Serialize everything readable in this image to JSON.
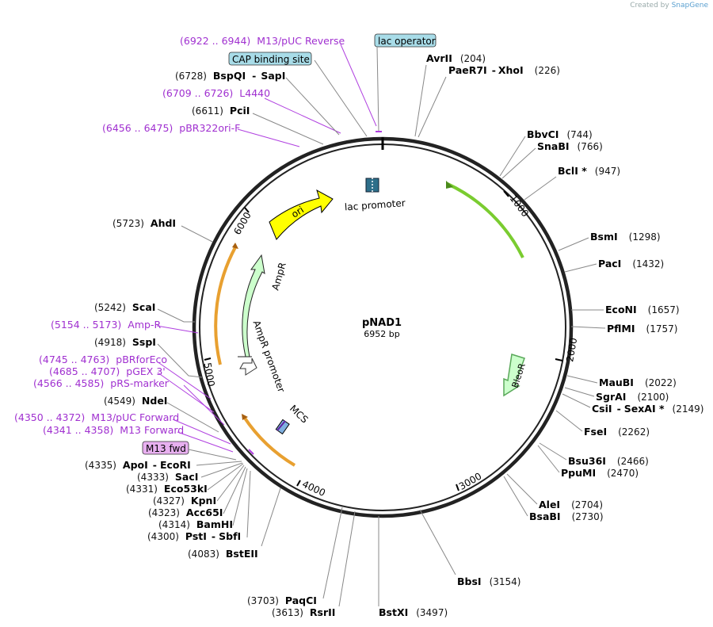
{
  "credit": {
    "prefix": "Created by",
    "brand": "SnapGene"
  },
  "plasmid": {
    "name": "pNAD1",
    "size_label": "6952 bp",
    "length": 6952
  },
  "ticks": [
    {
      "label": "1000",
      "pos": 1000
    },
    {
      "label": "2000",
      "pos": 2000
    },
    {
      "label": "3000",
      "pos": 3000
    },
    {
      "label": "4000",
      "pos": 4000
    },
    {
      "label": "5000",
      "pos": 5000
    },
    {
      "label": "6000",
      "pos": 6000
    }
  ],
  "features": [
    {
      "name": "ori",
      "kind": "arrow",
      "color": "#ffff00",
      "label": "ori"
    },
    {
      "name": "AmpR",
      "kind": "arrow",
      "color": "#ccffcc",
      "label": "AmpR"
    },
    {
      "name": "AmpR promoter",
      "kind": "arrow-outline",
      "color": "#ffffff",
      "label": "AmpR promoter"
    },
    {
      "name": "BleoR",
      "kind": "arrow",
      "color": "#ccffcc",
      "label": "BleoR"
    },
    {
      "name": "lac promoter",
      "kind": "box",
      "color": "#2e6f8a",
      "label": "lac promoter"
    },
    {
      "name": "MCS",
      "kind": "box",
      "color": "#7fb0e0",
      "label": "MCS"
    },
    {
      "name": "ORF upper right",
      "kind": "orf",
      "color": "#7acc30",
      "label": ""
    },
    {
      "name": "ORF left",
      "kind": "orf",
      "color": "#e8a030",
      "label": ""
    },
    {
      "name": "ORF bottom left",
      "kind": "orf",
      "color": "#e8a030",
      "label": ""
    }
  ],
  "boxed_features": [
    {
      "label": "lac operator",
      "bg": "#a8dce8"
    },
    {
      "label": "CAP binding site",
      "bg": "#a8dce8"
    },
    {
      "label": "M13 fwd",
      "bg": "#e8b0f0"
    }
  ],
  "primers": [
    {
      "range": "(6922 .. 6944)",
      "name": "M13/pUC Reverse"
    },
    {
      "range": "(6709 .. 6726)",
      "name": "L4440"
    },
    {
      "range": "(6456 .. 6475)",
      "name": "pBR322ori-F"
    },
    {
      "range": "(5154 .. 5173)",
      "name": "Amp-R"
    },
    {
      "range": "(4745 .. 4763)",
      "name": "pBRforEco"
    },
    {
      "range": "(4685 .. 4707)",
      "name": "pGEX 3'"
    },
    {
      "range": "(4566 .. 4585)",
      "name": "pRS-marker"
    },
    {
      "range": "(4350 .. 4372)",
      "name": "M13/pUC Forward"
    },
    {
      "range": "(4341 .. 4358)",
      "name": "M13 Forward"
    }
  ],
  "sites_right": [
    {
      "label": "AvrII",
      "pos": "(204)"
    },
    {
      "label": "PaeR7I",
      "label2": "XhoI",
      "pos": "(226)"
    },
    {
      "label": "BbvCI",
      "pos": "(744)"
    },
    {
      "label": "SnaBI",
      "pos": "(766)"
    },
    {
      "label": "BclI *",
      "pos": "(947)"
    },
    {
      "label": "BsmI",
      "pos": "(1298)"
    },
    {
      "label": "PacI",
      "pos": "(1432)"
    },
    {
      "label": "EcoNI",
      "pos": "(1657)"
    },
    {
      "label": "PflMI",
      "pos": "(1757)"
    },
    {
      "label": "MauBI",
      "pos": "(2022)"
    },
    {
      "label": "SgrAI",
      "pos": "(2100)"
    },
    {
      "label": "CsiI",
      "label2": "SexAI *",
      "pos": "(2149)"
    },
    {
      "label": "FseI",
      "pos": "(2262)"
    },
    {
      "label": "Bsu36I",
      "pos": "(2466)"
    },
    {
      "label": "PpuMI",
      "pos": "(2470)"
    },
    {
      "label": "AleI",
      "pos": "(2704)"
    },
    {
      "label": "BsaBI",
      "pos": "(2730)"
    },
    {
      "label": "BbsI",
      "pos": "(3154)"
    },
    {
      "label": "BstXI",
      "pos": "(3497)"
    }
  ],
  "sites_left": [
    {
      "label": "BspQI",
      "label2": "SapI",
      "pos": "(6728)"
    },
    {
      "label": "PciI",
      "pos": "(6611)"
    },
    {
      "label": "AhdI",
      "pos": "(5723)"
    },
    {
      "label": "ScaI",
      "pos": "(5242)"
    },
    {
      "label": "SspI",
      "pos": "(4918)"
    },
    {
      "label": "NdeI",
      "pos": "(4549)"
    },
    {
      "label": "ApoI",
      "label2": "EcoRI",
      "pos": "(4335)"
    },
    {
      "label": "SacI",
      "pos": "(4333)"
    },
    {
      "label": "Eco53kI",
      "pos": "(4331)"
    },
    {
      "label": "KpnI",
      "pos": "(4327)"
    },
    {
      "label": "Acc65I",
      "pos": "(4323)"
    },
    {
      "label": "BamHI",
      "pos": "(4314)"
    },
    {
      "label": "PstI",
      "label2": "SbfI",
      "pos": "(4300)"
    },
    {
      "label": "BstEII",
      "pos": "(4083)"
    },
    {
      "label": "PaqCI",
      "pos": "(3703)"
    },
    {
      "label": "RsrII",
      "pos": "(3613)"
    }
  ]
}
